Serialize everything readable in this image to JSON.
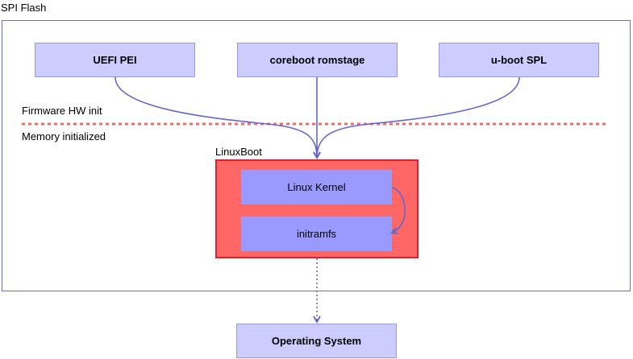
{
  "container": {
    "title": "SPI Flash"
  },
  "boot_stages": [
    {
      "label": "UEFI PEI"
    },
    {
      "label": "coreboot romstage"
    },
    {
      "label": "u-boot SPL"
    }
  ],
  "divider": {
    "above_label": "Firmware HW init",
    "below_label": "Memory initialized",
    "color": "#ff6666"
  },
  "linuxboot": {
    "title": "LinuxBoot",
    "kernel_label": "Linux Kernel",
    "initramfs_label": "initramfs"
  },
  "target": {
    "label": "Operating System"
  },
  "colors": {
    "box_fill": "#ccccff",
    "box_stroke": "#9999e0",
    "inner_fill": "#9999ff",
    "linuxboot_fill": "#ff6666",
    "arrow": "#6666cc"
  }
}
